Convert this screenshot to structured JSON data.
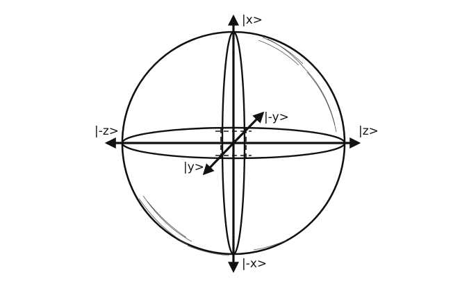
{
  "diagram": {
    "labels": {
      "x": "|x>",
      "neg_x": "|-x>",
      "y": "|y>",
      "neg_y": "|-y>",
      "z": "|z>",
      "neg_z": "|-z>"
    },
    "colors": {
      "ink": "#111111",
      "shade": "#555555",
      "background": "#ffffff"
    }
  }
}
